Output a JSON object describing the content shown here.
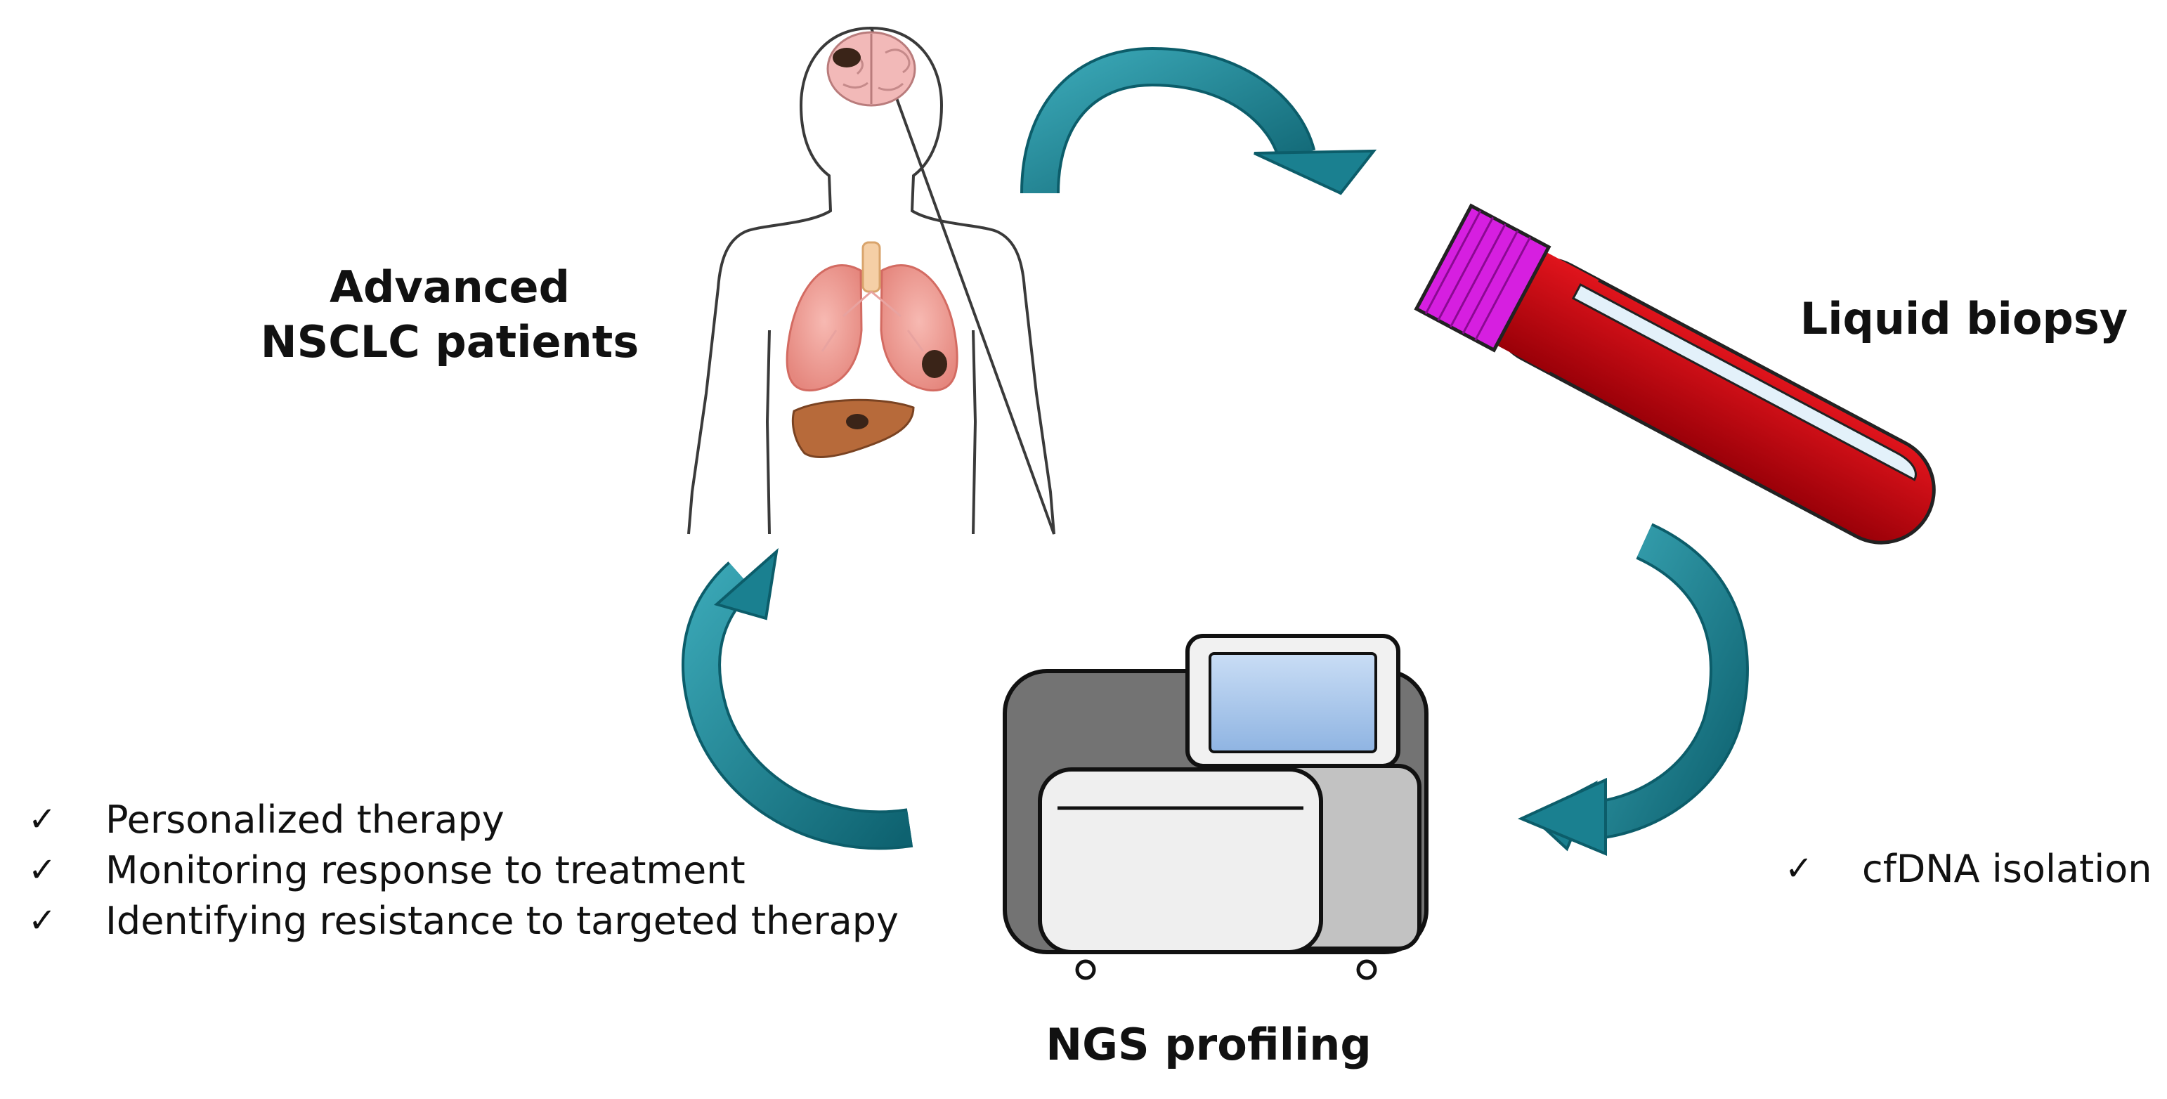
{
  "stages": {
    "patients": {
      "line1": "Advanced",
      "line2": "NSCLC patients"
    },
    "biopsy": {
      "label": "Liquid biopsy"
    },
    "ngs": {
      "label": "NGS profiling"
    }
  },
  "biopsy_notes": [
    {
      "mark": "✓",
      "text": "cfDNA isolation"
    }
  ],
  "ngs_outcomes": [
    {
      "mark": "✓",
      "text": "Personalized therapy"
    },
    {
      "mark": "✓",
      "text": "Monitoring response to treatment"
    },
    {
      "mark": "✓",
      "text": "Identifying resistance to targeted therapy"
    }
  ],
  "colors": {
    "arrow": "#1a8090",
    "tube_blood": "#c0000a",
    "tube_cap": "#d61fe0",
    "screen": "#a9c7ec"
  },
  "icons": [
    "human-body-icon",
    "blood-tube-icon",
    "sequencer-icon",
    "cycle-arrow-icon"
  ]
}
